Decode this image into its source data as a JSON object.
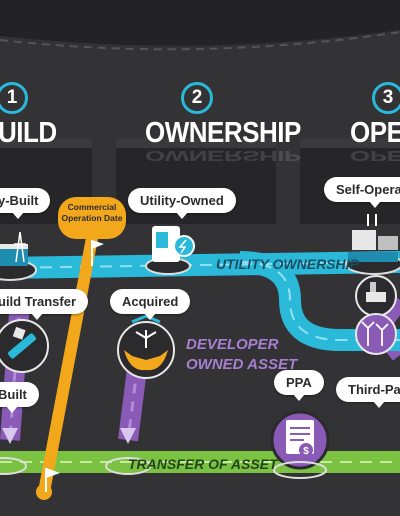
{
  "stages": [
    {
      "number": "1",
      "title": "UILD"
    },
    {
      "number": "2",
      "title": "OWNERSHIP"
    },
    {
      "number": "3",
      "title": "OPERA"
    }
  ],
  "pills": {
    "built_top": "y-Built",
    "utility_owned": "Utility-Owned",
    "self_operated": "Self-Operate",
    "build_transfer": "uild Transfer",
    "acquired": "Acquired",
    "built_bottom": "Built",
    "ppa": "PPA",
    "third_party": "Third-Part"
  },
  "milestone": {
    "line1": "Commercial",
    "line2": "Operation Date"
  },
  "tracks": {
    "utility": "UTILITY OWNERSHIP",
    "developer_line1": "DEVELOPER",
    "developer_line2": "OWNED ASSET",
    "transfer": "TRANSFER OF ASSET"
  },
  "colors": {
    "background": "#333335",
    "utility_track": "#2bb9d9",
    "developer_track": "#8a5bb6",
    "transfer_track": "#7cc242",
    "milestone": "#f3a81c"
  }
}
